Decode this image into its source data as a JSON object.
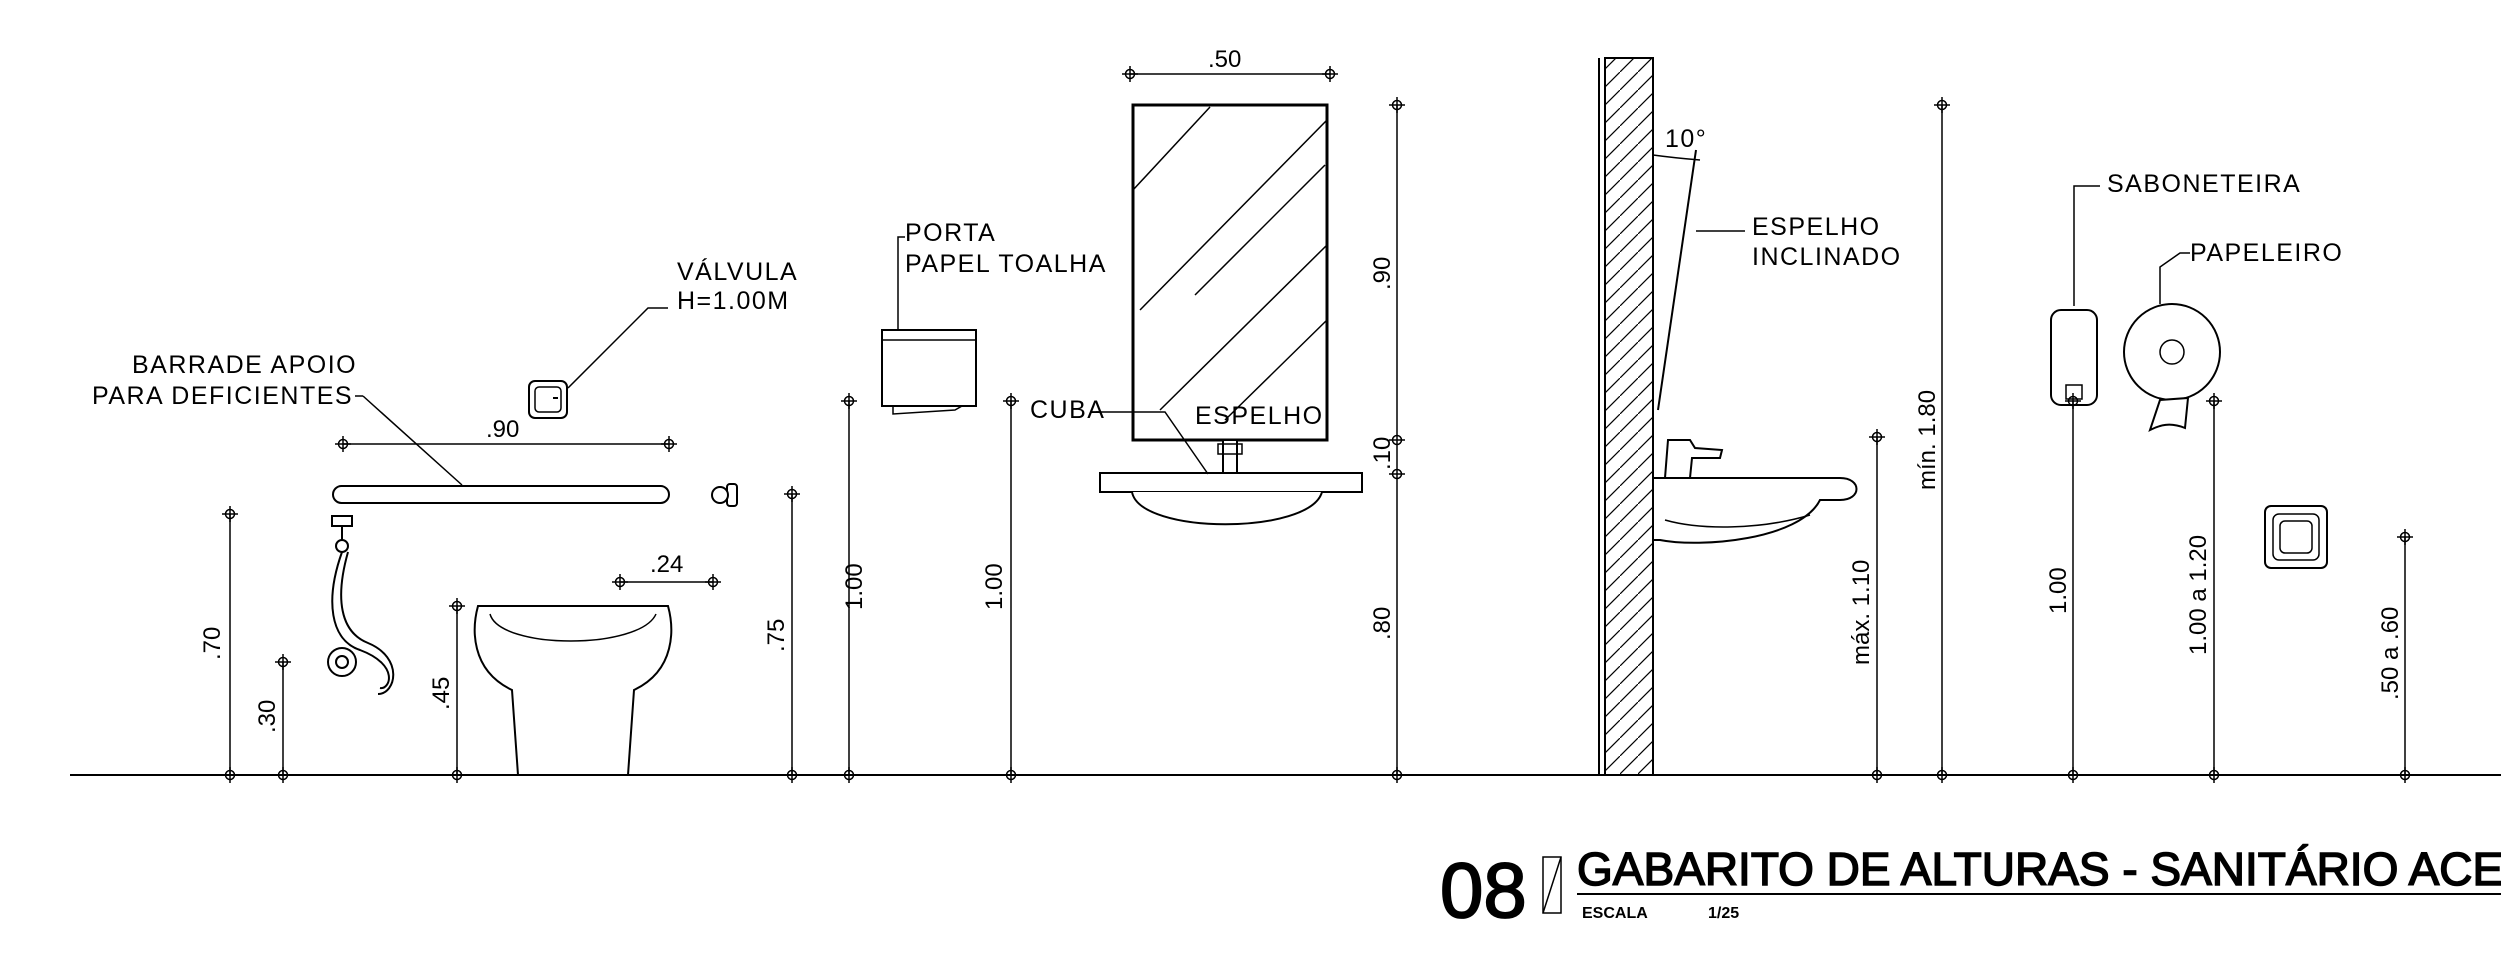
{
  "labels": {
    "barra": [
      "BARRADE APOIO",
      "PARA DEFICIENTES"
    ],
    "valvula": [
      "VÁLVULA",
      "H=1.00M"
    ],
    "porta_papel": [
      "PORTA",
      "PAPEL TOALHA"
    ],
    "cuba": "CUBA",
    "espelho": "ESPELHO",
    "espelho_inclinado": [
      "ESPELHO",
      "INCLINADO"
    ],
    "angle": "10°",
    "saboneteira": "SABONETEIRA",
    "papeleiro": "PAPELEIRO"
  },
  "dims": {
    "d90_h": ".90",
    "d24": ".24",
    "d50": ".50",
    "d70": ".70",
    "d30": ".30",
    "d45": ".45",
    "d75": ".75",
    "d100a": "1.00",
    "d100b": "1.00",
    "d90_v": ".90",
    "d10": ".10",
    "d80": ".80",
    "dmin180": "mín. 1.80",
    "dmax110": "máx. 1.10",
    "d100c": "1.00",
    "d100a120": "1.00 a 1.20",
    "d50a60": ".50 a .60"
  },
  "title": {
    "number": "08",
    "text": "GABARITO DE ALTURAS - SANITÁRIO ACESSÍVEL",
    "escala_label": "ESCALA",
    "escala_value": "1/25"
  }
}
